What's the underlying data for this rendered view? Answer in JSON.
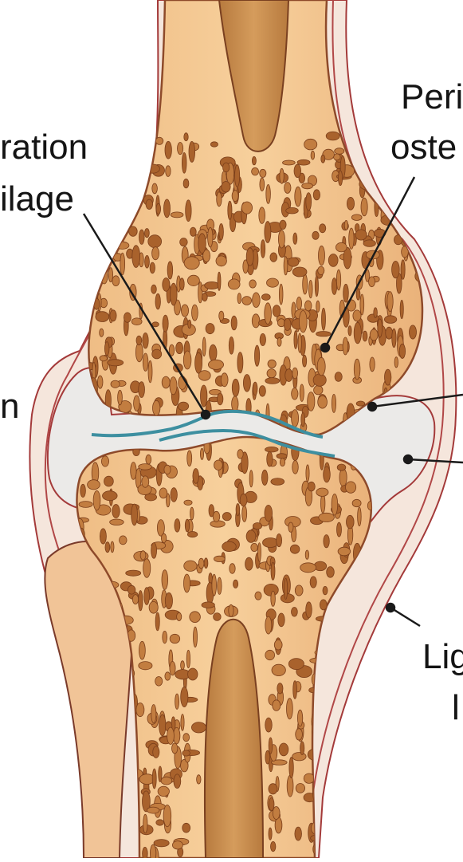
{
  "labels": {
    "periosteum_1": "Peri",
    "periosteum_2": "oste",
    "degeneration_1": "ration",
    "degeneration_2": "ilage",
    "left_partial": "n",
    "ligament_1": "Lig",
    "ligament_2": "l"
  },
  "colors": {
    "bone": "#f4c790",
    "bone_dark": "#dba062",
    "spongy": "#b06e35",
    "marrow": "#c98e50",
    "cartilage": "#3d8fa0",
    "capsule": "#a43a3a",
    "soft_tissue": "#f3dfd2",
    "space": "#ebeae8"
  }
}
